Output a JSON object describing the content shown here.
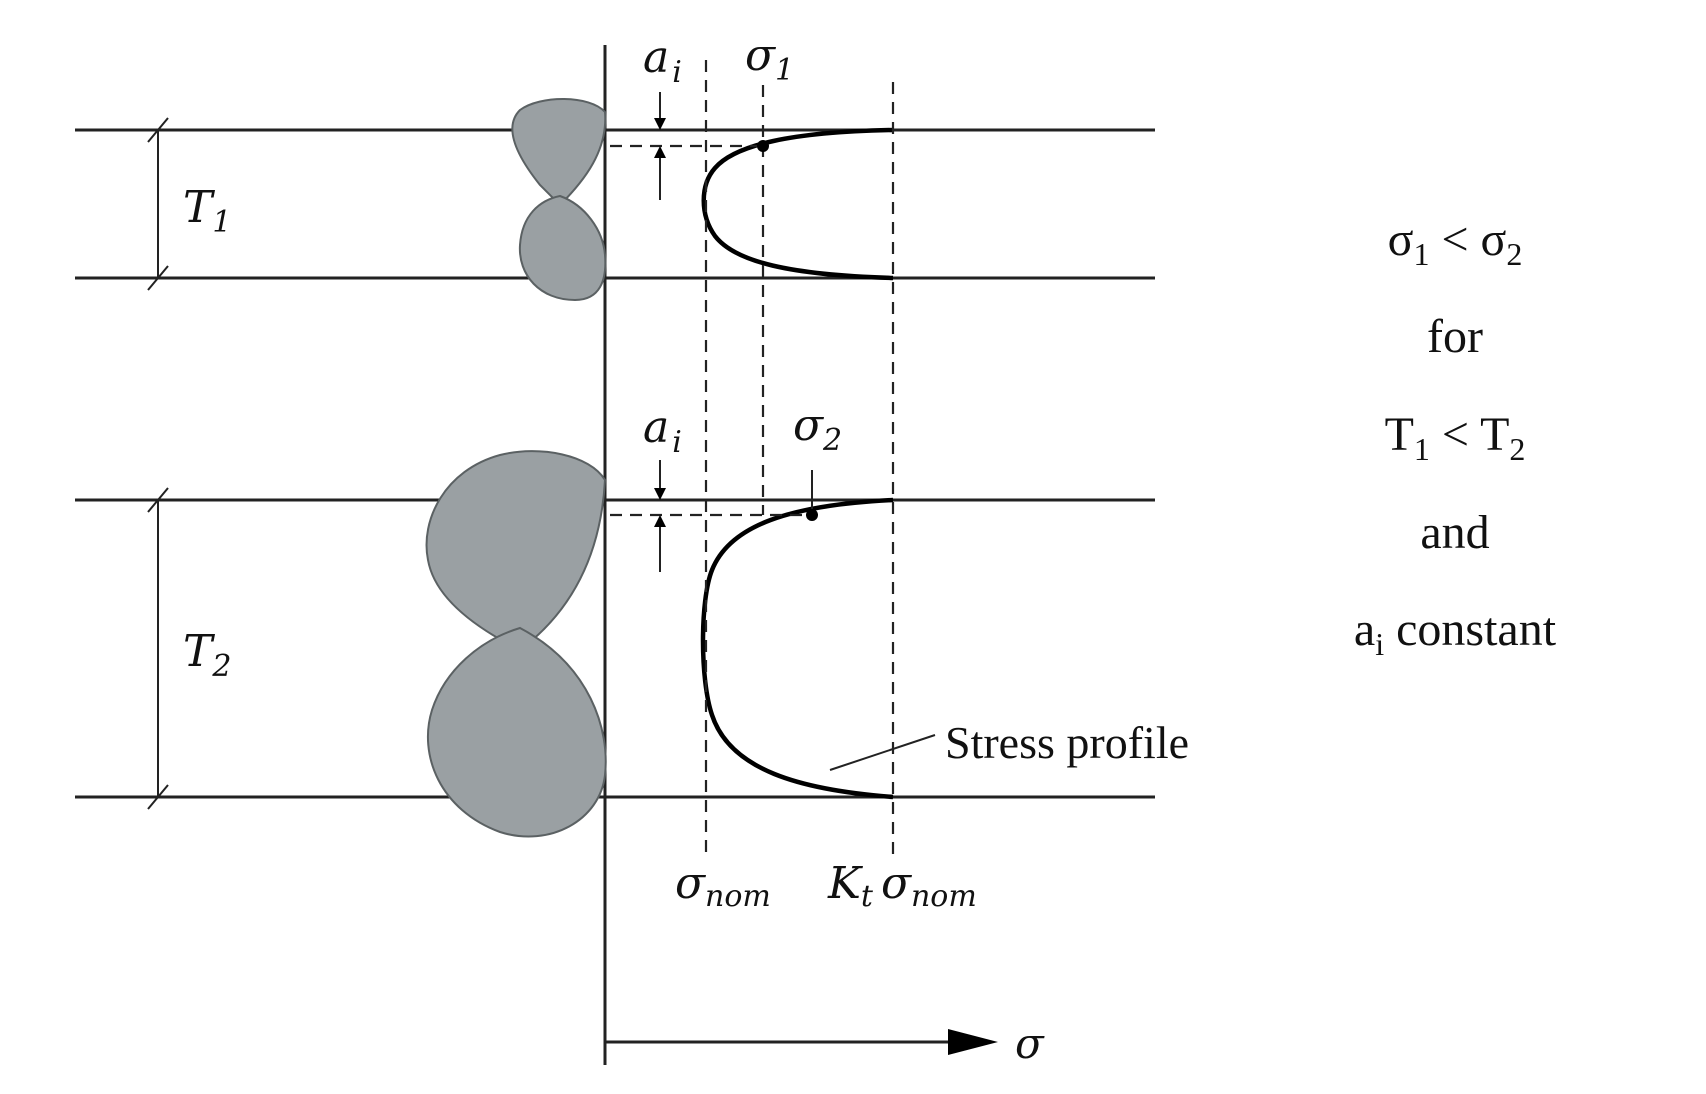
{
  "labels": {
    "ai_top": "a",
    "ai_top_sub": "i",
    "sigma1": "σ",
    "sigma1_sub": "1",
    "T1": "T",
    "T1_sub": "1",
    "ai_bottom": "a",
    "ai_bottom_sub": "i",
    "sigma2": "σ",
    "sigma2_sub": "2",
    "T2": "T",
    "T2_sub": "2",
    "stress_profile": "Stress profile",
    "sigma_nom": "σ",
    "sigma_nom_sub": "nom",
    "kt": "K",
    "kt_sub": "t",
    "kt_sigma": "σ",
    "kt_sigma_sub": "nom",
    "axis_sigma": "σ"
  },
  "conditions": {
    "line1_a": "σ",
    "line1_a_sub": "1",
    "line1_op": " < ",
    "line1_b": "σ",
    "line1_b_sub": "2",
    "line2": "for",
    "line3_a": "T",
    "line3_a_sub": "1",
    "line3_op": " < ",
    "line3_b": "T",
    "line3_b_sub": "2",
    "line4": "and",
    "line5_a": "a",
    "line5_a_sub": "i",
    "line5_rest": " constant"
  },
  "colors": {
    "weld_fill": "#9aa0a3",
    "line": "#222222"
  }
}
